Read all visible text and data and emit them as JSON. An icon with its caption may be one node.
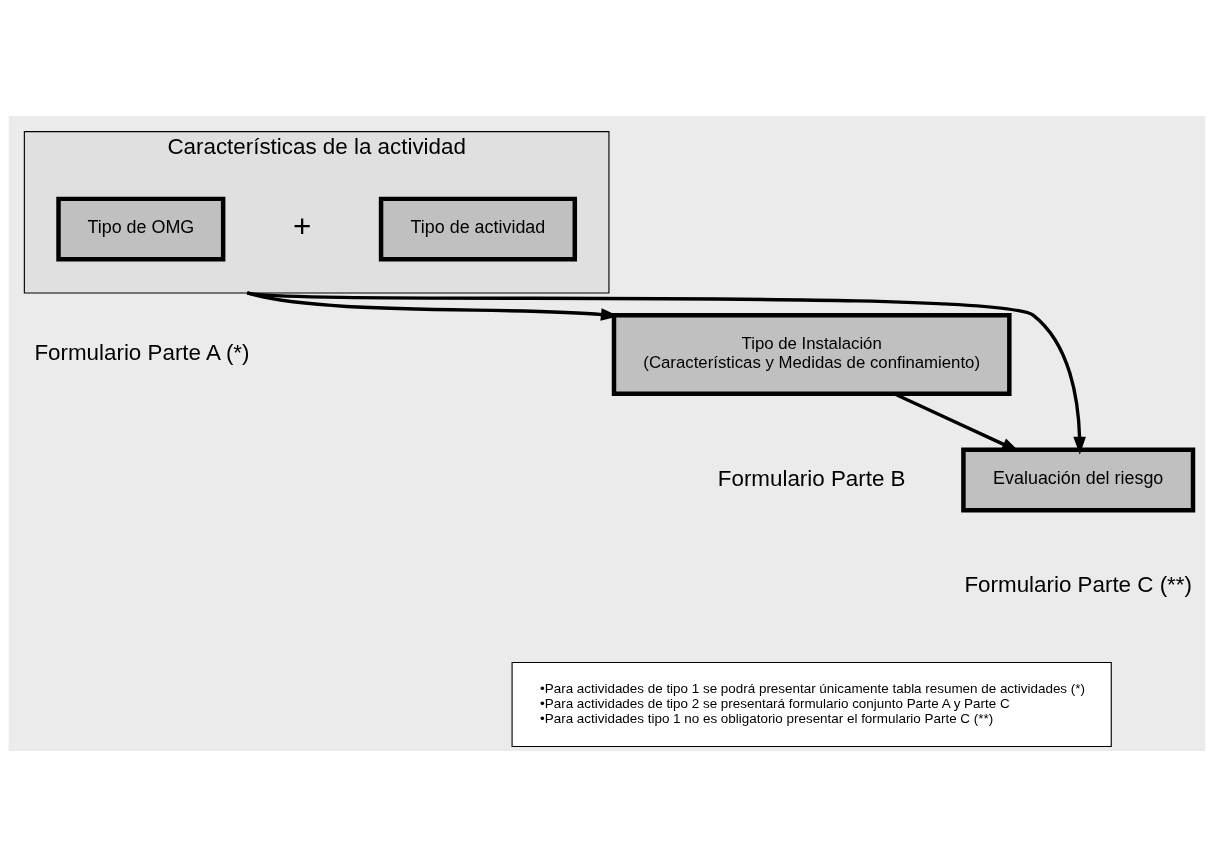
{
  "diagram": {
    "nodes": [
      {
        "text": [
          "Características de la actividad"
        ],
        "beside": [
          "Formulario Parte A (*)"
        ]
      },
      {
        "text": [
          "Tipo de OMG"
        ],
        "in": 0
      },
      {
        "text": [
          "Tipo de actividad"
        ],
        "in": 0
      },
      {
        "text": [
          "Tipo de Instalación",
          "(Características y Medidas de confinamiento)"
        ],
        "beside": [
          "Formulario Parte B"
        ]
      },
      {
        "text": [
          "Evaluación del riesgo"
        ],
        "beside": [
          "Formulario Parte C (**)"
        ]
      },
      {
        "text": [
          "•Para actividades de tipo 1 se podrá presentar únicamente tabla resumen de actividades (*)",
          "•Para actividades de tipo 2 se presentará formulario conjunto Parte A y Parte C",
          "•Para actividades tipo 1 no es obligatorio presentar el formulario Parte C (**)"
        ]
      }
    ],
    "edges": [
      {
        "from": 0,
        "to": 3,
        "arrow": "to"
      },
      {
        "from": 0,
        "to": 4,
        "arrow": "to"
      },
      {
        "from": 3,
        "to": 4,
        "arrow": "to"
      }
    ],
    "labels": [
      "+"
    ]
  }
}
